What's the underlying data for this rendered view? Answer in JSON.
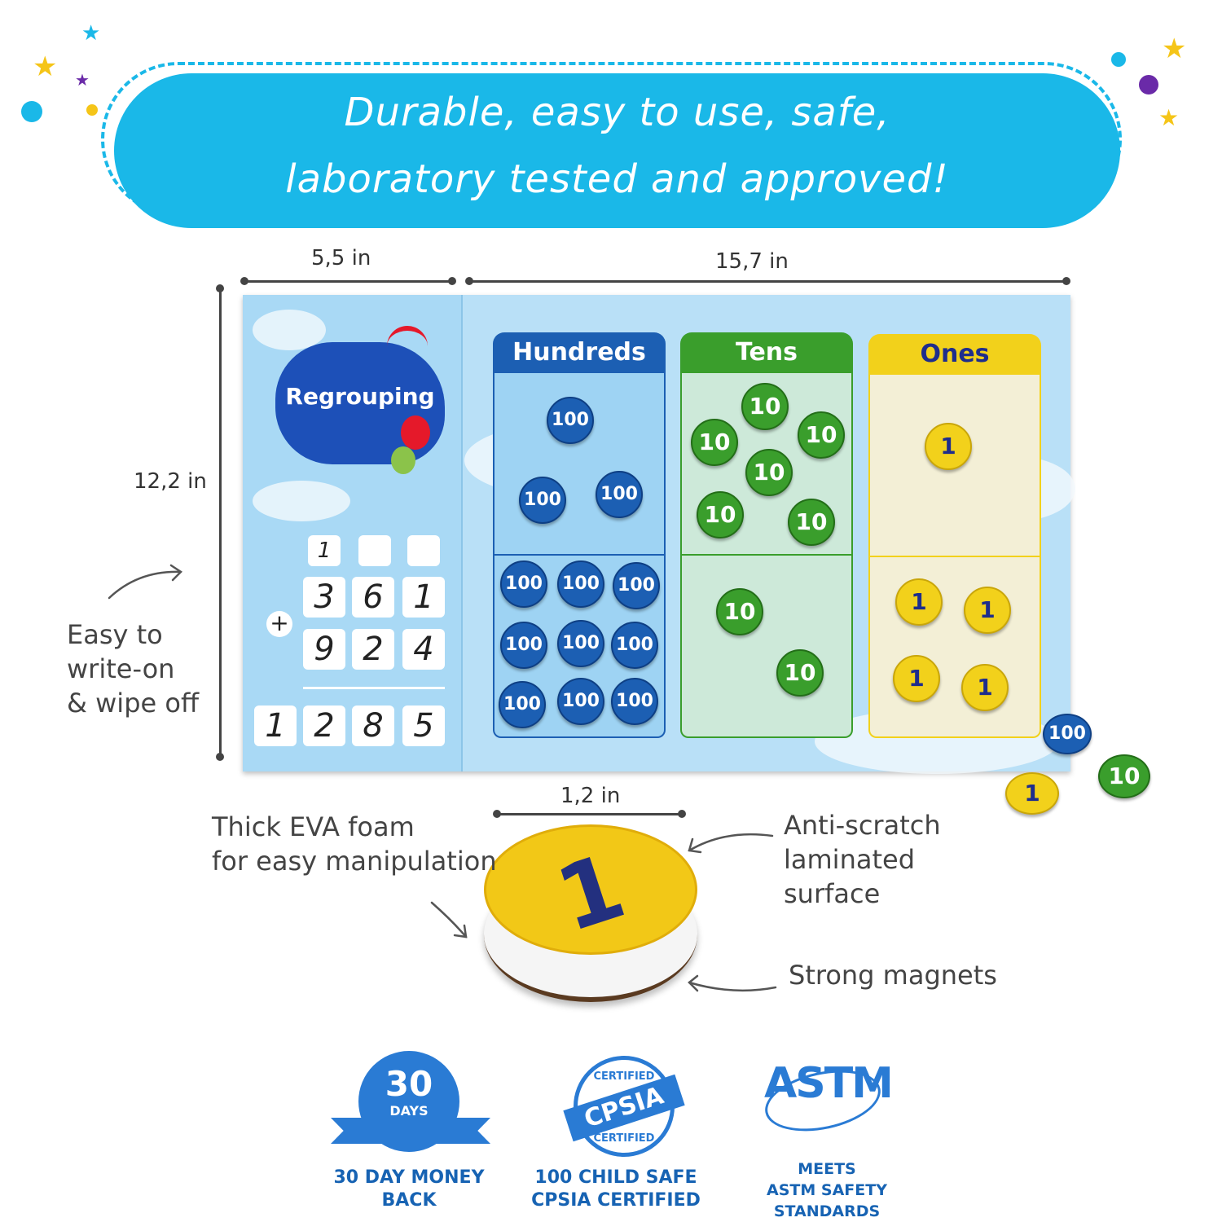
{
  "banner": {
    "line1": "Durable, easy to use, safe,",
    "line2": "laboratory tested and approved!"
  },
  "dimensions": {
    "left_width": "5,5 in",
    "right_width": "15,7 in",
    "height": "12,2 in",
    "chip_width": "1,2 in"
  },
  "board": {
    "title": "Regrouping",
    "columns": {
      "hundreds": "Hundreds",
      "tens": "Tens",
      "ones": "Ones"
    },
    "carry": [
      "1",
      "",
      ""
    ],
    "row1": [
      "3",
      "6",
      "1"
    ],
    "plus": "+",
    "row2": [
      "9",
      "2",
      "4"
    ],
    "result": [
      "1",
      "2",
      "8",
      "5"
    ],
    "chip_100": "100",
    "chip_10": "10",
    "chip_1": "1"
  },
  "annotations": {
    "write_on": [
      "Easy to",
      "write-on",
      "& wipe off"
    ],
    "foam": [
      "Thick EVA foam",
      "for easy manipulation"
    ],
    "laminated": [
      "Anti-scratch",
      "laminated",
      "surface"
    ],
    "magnets": "Strong magnets"
  },
  "badges": {
    "money_back": {
      "number": "30",
      "unit": "DAYS",
      "caption1": "30 DAY MONEY",
      "caption2": "BACK"
    },
    "cpsia": {
      "top": "CERTIFIED",
      "main": "CPSIA",
      "bottom": "CERTIFIED",
      "caption1": "100 CHILD SAFE",
      "caption2": "CPSIA CERTIFIED"
    },
    "astm": {
      "logo": "ASTM",
      "caption1": "MEETS",
      "caption2": "ASTM SAFETY STANDARDS"
    }
  },
  "colors": {
    "banner": "#1ab8e8",
    "hundreds": "#1c5fb3",
    "tens": "#3a9e2c",
    "ones": "#f2d11b"
  }
}
